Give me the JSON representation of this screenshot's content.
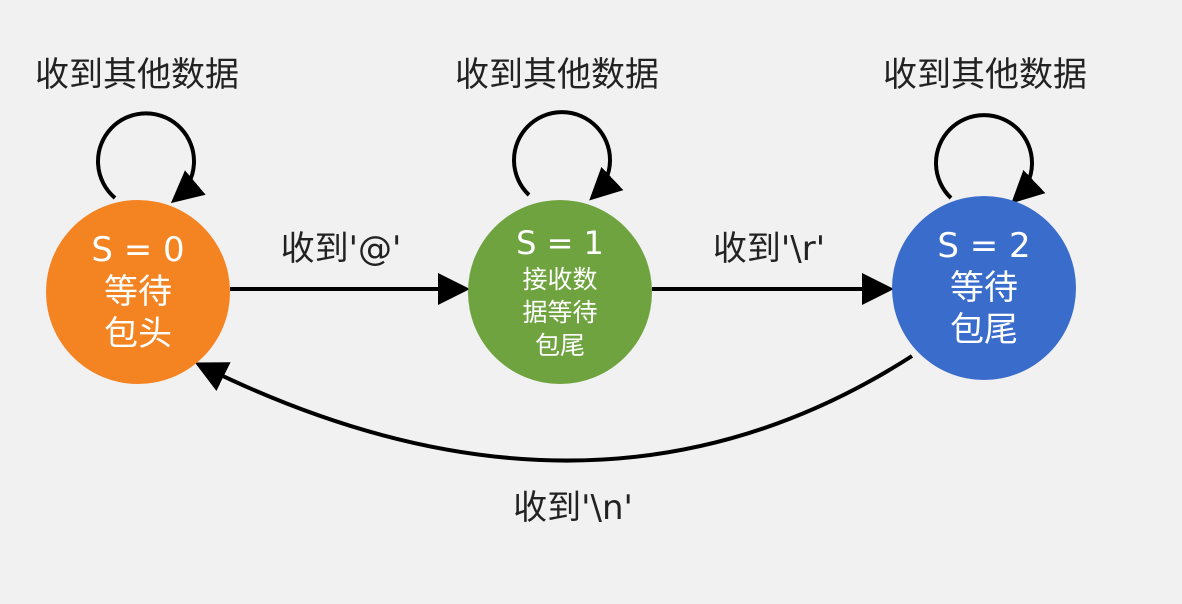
{
  "states": [
    {
      "id": "s0",
      "lines": [
        "S = 0",
        "等待",
        "包头"
      ],
      "self_loop_label": "收到其他数据",
      "color": "#f48322"
    },
    {
      "id": "s1",
      "lines": [
        "S = 1",
        "接收数",
        "据等待",
        "包尾"
      ],
      "self_loop_label": "收到其他数据",
      "color": "#6ea33f"
    },
    {
      "id": "s2",
      "lines": [
        "S = 2",
        "等待",
        "包尾"
      ],
      "self_loop_label": "收到其他数据",
      "color": "#3a6ccc"
    }
  ],
  "transitions": [
    {
      "from": "s0",
      "to": "s1",
      "label": "收到'@'"
    },
    {
      "from": "s1",
      "to": "s2",
      "label": "收到'\\r'"
    },
    {
      "from": "s2",
      "to": "s0",
      "label": "收到'\\n'"
    }
  ]
}
